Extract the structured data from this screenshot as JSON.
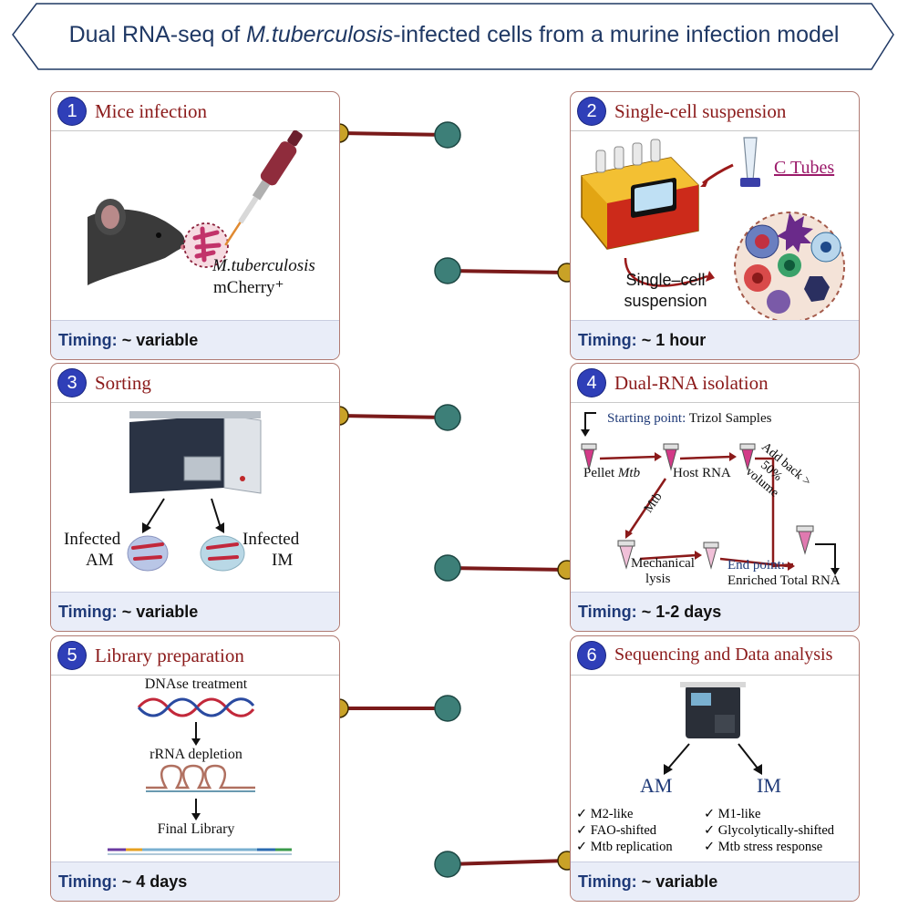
{
  "title": {
    "prefix": "Dual RNA-seq of ",
    "organism": "M.tuberculosis",
    "suffix": "-infected cells from a murine infection model"
  },
  "timing_label": "Timing:",
  "steps": [
    {
      "number": "1",
      "title": "Mice infection",
      "timing": "~ variable",
      "organism": "M.tuberculosis",
      "reporter": "mCherry⁺"
    },
    {
      "number": "2",
      "title": "Single-cell suspension",
      "timing": "~ 1 hour",
      "tubes_label": "C Tubes",
      "suspension_line1": "Single–cell",
      "suspension_line2": "suspension"
    },
    {
      "number": "3",
      "title": "Sorting",
      "timing": "~ variable",
      "left_label_1": "Infected",
      "left_label_2": "AM",
      "right_label_1": "Infected",
      "right_label_2": "IM"
    },
    {
      "number": "4",
      "title": "Dual-RNA isolation",
      "timing": "~ 1-2 days",
      "start_label": "Starting point:",
      "start_value": "Trizol Samples",
      "pellet": "Pellet",
      "mtb_italic": "Mtb",
      "host_rna": "Host RNA",
      "mtb_arrow": "Mtb",
      "add_back_1": "Add back >",
      "add_back_2": "50%",
      "add_back_3": "volume",
      "mechanical_1": "Mechanical",
      "mechanical_2": "lysis",
      "end_label": "End point:",
      "end_value": "Enriched Total RNA"
    },
    {
      "number": "5",
      "title": "Library preparation",
      "timing": "~ 4 days",
      "step_a": "DNAse treatment",
      "step_b": "rRNA depletion",
      "step_c": "Final Library"
    },
    {
      "number": "6",
      "title": "Sequencing and Data analysis",
      "timing": "~ variable",
      "am_label": "AM",
      "im_label": "IM",
      "am_items": [
        "✓ M2-like",
        "✓ FAO-shifted",
        "✓ Mtb replication"
      ],
      "im_items": [
        "✓ M1-like",
        "✓ Glycolytically-shifted",
        "✓ Mtb stress response"
      ]
    }
  ],
  "colors": {
    "title_text": "#1f3864",
    "step_circle": "#2f3fb8",
    "step_title": "#8b1a1a",
    "timing_bg": "#e9edf8",
    "timeline_dash": "#2b3e9e",
    "node": "#3d7f78",
    "connector": "#7a1a1a",
    "knob": "#c9a227"
  }
}
